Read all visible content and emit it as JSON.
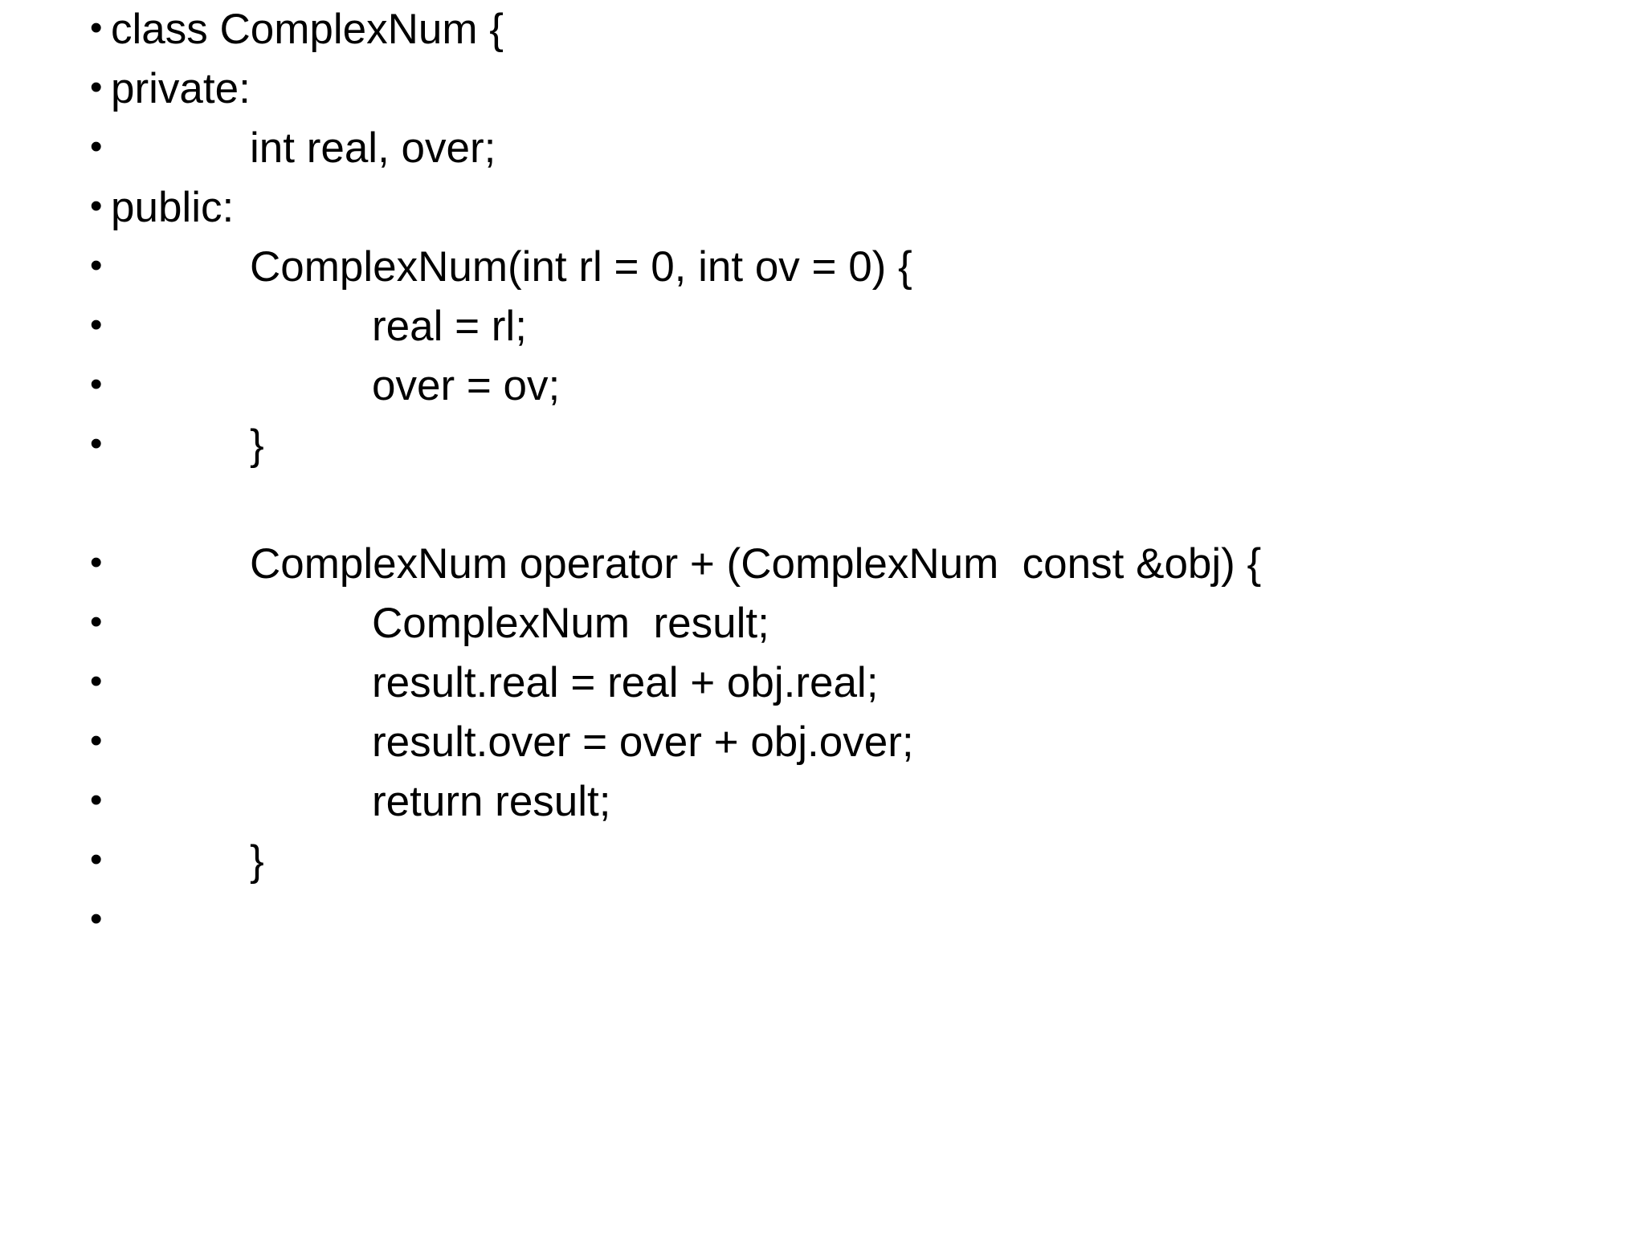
{
  "slide": {
    "background_color": "#FFFFFF",
    "text_color": "#000000",
    "bullet_glyph": "•",
    "lines": [
      {
        "text": "class ComplexNum {",
        "indent": 0,
        "bullet": true,
        "blank": false
      },
      {
        "text": "private:",
        "indent": 0,
        "bullet": true,
        "blank": false
      },
      {
        "text": "int real, over;",
        "indent": 1,
        "bullet": true,
        "blank": false
      },
      {
        "text": "public:",
        "indent": 0,
        "bullet": true,
        "blank": false
      },
      {
        "text": "ComplexNum(int rl = 0, int ov = 0) {",
        "indent": 1,
        "bullet": true,
        "blank": false
      },
      {
        "text": "real = rl;",
        "indent": 2,
        "bullet": true,
        "blank": false
      },
      {
        "text": "over = ov;",
        "indent": 2,
        "bullet": true,
        "blank": false
      },
      {
        "text": "}",
        "indent": 1,
        "bullet": true,
        "blank": false
      },
      {
        "text": "",
        "indent": 0,
        "bullet": false,
        "blank": true
      },
      {
        "text": "ComplexNum operator + (ComplexNum  const &obj) {",
        "indent": 1,
        "bullet": true,
        "blank": false
      },
      {
        "text": "ComplexNum  result;",
        "indent": 2,
        "bullet": true,
        "blank": false
      },
      {
        "text": "result.real = real + obj.real;",
        "indent": 2,
        "bullet": true,
        "blank": false
      },
      {
        "text": "result.over = over + obj.over;",
        "indent": 2,
        "bullet": true,
        "blank": false
      },
      {
        "text": "return result;",
        "indent": 2,
        "bullet": true,
        "blank": false
      },
      {
        "text": "}",
        "indent": 1,
        "bullet": true,
        "blank": false
      },
      {
        "text": "",
        "indent": 0,
        "bullet": true,
        "blank": false
      }
    ]
  }
}
